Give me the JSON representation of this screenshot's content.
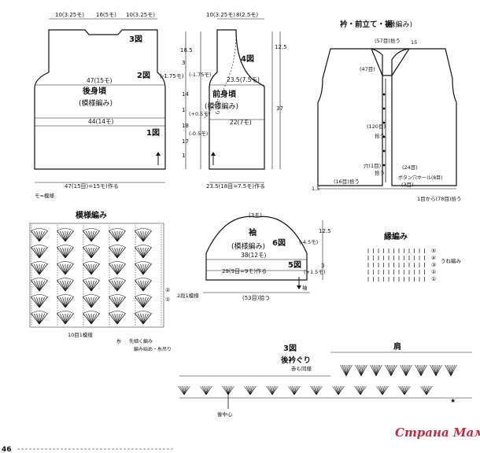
{
  "page_number": "46",
  "watermark": "Страна Мам",
  "back": {
    "title": "後身頃",
    "subtitle": "(模様編み)",
    "top_left": "10(3.25モ)",
    "top_mid": "16(5モ)",
    "top_right": "10(3.25モ)",
    "chest": "47(15モ)",
    "waist": "44(14モ)",
    "bottom": "47(15目)=15モ)作る",
    "fig_top": "3図",
    "fig_mid": "2図",
    "fig_bottom": "1図",
    "left_minus": "(-1.75モ)",
    "hem_label": "モ=模様"
  },
  "front": {
    "title": "前身頃",
    "subtitle": "(模様編み)",
    "top_left": "10(3.25モ)",
    "top_right": "8(2.5モ)",
    "fig": "4図",
    "chest": "23.5(7.5モ)",
    "waist": "22(7モ)",
    "bottom": "23.5(18目=7.5モ)作る",
    "neck_label": "衿ぐり",
    "side_minus1": "(-1.75モ)",
    "side_plus": "(+0.5モ)",
    "side_minus2": "(-0.5モ)",
    "heights": [
      "18.5",
      "3",
      "14",
      "1",
      "18",
      "17",
      "1"
    ],
    "right_heights": [
      "12.5",
      "37"
    ]
  },
  "collar": {
    "title": "衿・前立て・裾",
    "subtitle": "(縁編み)",
    "top": "(57目)拾う",
    "top_r": "15",
    "left_label": "(47目)",
    "mid_label": "(120目)",
    "mid_sub": "拾う",
    "hole": "穴(1目)",
    "hole2": "拾う",
    "r24": "(24目)",
    "button": "ボタン穴ホール(8目)",
    "bottom_l": "(16目)拾う",
    "bottom_r": "(3目)",
    "bottom_center": "1目から(78目)拾う",
    "size": "1.5"
  },
  "pattern": {
    "title": "模様編み",
    "repeat": "10目1模様",
    "row2": "②",
    "row1": "①",
    "side": "2段1模様",
    "legend1": "糸",
    "legend2": "先細く編み",
    "legend3": "編み始め・糸吊り"
  },
  "sleeve": {
    "title": "袖",
    "subtitle": "(模様編み)",
    "fig6": "6図",
    "fig5": "5図",
    "top": "(3モ)",
    "width": "38(12モ)",
    "bottom": "29(9目=9モ)作る",
    "cast": "(53目)拾う",
    "side_top": "(-4.5モ)",
    "side_bottom": "(+1.5モ)",
    "right_dims": [
      "12.5",
      "3"
    ],
    "corner": "袖"
  },
  "edging": {
    "title": "縁編み",
    "rows": [
      "⑤",
      "④",
      "③",
      "②",
      "①"
    ],
    "label": "うね編み"
  },
  "neck_chart": {
    "fig": "3図",
    "label": "後衿ぐり",
    "sublabel": "赤も同様",
    "shoulder": "肩",
    "center_back": "後中心",
    "star": "★"
  }
}
